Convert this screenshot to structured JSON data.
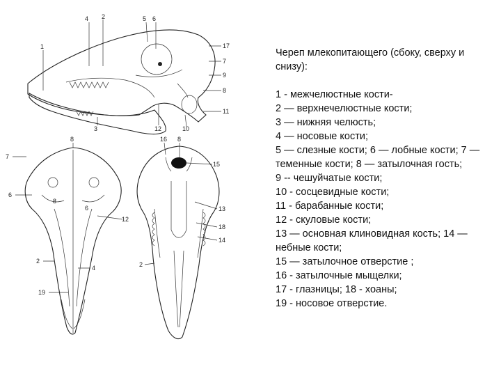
{
  "caption": {
    "title": "Череп млекопитающего (сбоку, сверху и снизу):",
    "items": [
      "1 - межчелюстные кости-",
      "2 — верхнечелюстные кости;",
      "3 — нижняя челюсть;",
      "4 — носовые кости;",
      " 5 — слезные кости; 6 — лобные кости; 7 — теменные кости; 8 — затылочная гость;",
      "9 -- чешуйчатые кости;",
      "10 - сосцевидные кости;",
      "11 - барабанные кости;",
      "12 - скуловые кости;",
      "13 — основная клиновидная кость; 14 — небные кости;",
      "15 — затылочное отверстие ;",
      "16 - затылочные мыщелки;",
      "17 - глазницы; 18 - хоаны;",
      "19 - носовое отверстие."
    ]
  },
  "labels": {
    "side": [
      "1",
      "2",
      "3",
      "4",
      "5",
      "6",
      "17",
      "7",
      "9",
      "8",
      "11",
      "12",
      "10"
    ],
    "top": [
      "8",
      "7",
      "6",
      "8",
      "6",
      "12",
      "2",
      "4",
      "19"
    ],
    "bottom": [
      "16",
      "8",
      "15",
      "13",
      "18",
      "14",
      "2"
    ]
  }
}
